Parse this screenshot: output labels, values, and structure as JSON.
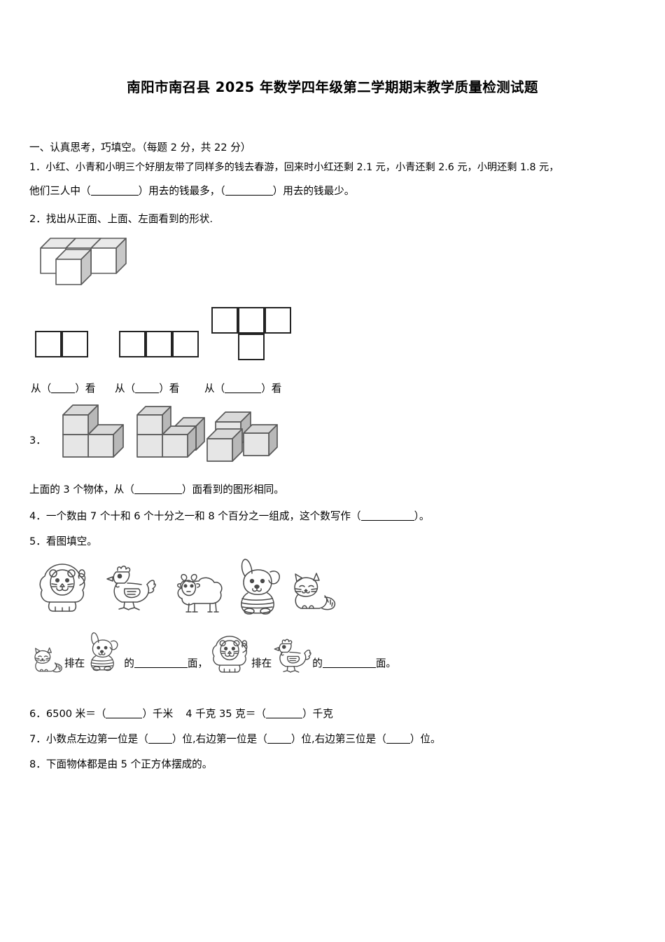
{
  "document": {
    "title": "南阳市南召县 2025 年数学四年级第二学期期末教学质量检测试题"
  },
  "section_one": {
    "heading": "一、认真思考，巧填空。（每题 2 分，共 22 分）"
  },
  "questions": {
    "q1": {
      "line1": "1．小红、小青和小明三个好朋友带了同样多的钱去春游，回来时小红还剩 2.1 元，小青还剩 2.6 元，小明还剩 1.8 元，",
      "line2_a": "他们三人中（",
      "line2_b": "）用去的钱最多，（",
      "line2_c": "）用去的钱最少。"
    },
    "q2": {
      "prompt": "2．找出从正面、上面、左面看到的形状.",
      "label_a_pre": "从（",
      "label_a_post": "）看",
      "label_b_pre": "从（",
      "label_b_post": "）看",
      "label_c_pre": "从（",
      "label_c_post": "）看"
    },
    "q3": {
      "number": "3．",
      "text_pre": "上面的 3 个物体，从（",
      "text_post": "）面看到的图形相同。"
    },
    "q4": {
      "text_pre": "4．一个数由 7 个十和 6 个十分之一和 8 个百分之一组成，这个数写作（",
      "text_post": "）。"
    },
    "q5": {
      "prompt": "5．看图填空。",
      "fill_a_1": "排在",
      "fill_a_2": "的",
      "fill_a_3": "面，",
      "fill_b_1": "排在",
      "fill_b_2": "的",
      "fill_b_3": "面。"
    },
    "q6": {
      "part1_pre": "6．6500 米＝（",
      "part1_post": "）千米",
      "part2_pre": "4 千克 35 克＝（",
      "part2_post": "）千克"
    },
    "q7": {
      "a": "7．小数点左边第一位是（",
      "b": "）位,右边第一位是（",
      "c": "）位,右边第三位是（",
      "d": "）位。"
    },
    "q8": {
      "text": "8．下面物体都是由 5 个正方体摆成的。"
    }
  },
  "figures": {
    "q2_solid": {
      "name": "three-cubes-row-with-front-cube",
      "description": "三个正方体排成一行，中间前方多一个正方体"
    },
    "q2_views": [
      {
        "name": "view-1x2-grid",
        "rows": 1,
        "cols": 2
      },
      {
        "name": "view-1x3-grid",
        "rows": 1,
        "cols": 3
      },
      {
        "name": "view-t-shape",
        "rows": 2,
        "cols": 3,
        "pattern": [
          [
            1,
            1,
            1
          ],
          [
            0,
            1,
            0
          ]
        ]
      }
    ],
    "q3_solids": [
      {
        "name": "solid-a-stack2-plus-right"
      },
      {
        "name": "solid-b-L-shape-with-back"
      },
      {
        "name": "solid-c-top-back-two-front"
      }
    ],
    "q5_row1_animals": [
      "lion",
      "chicken",
      "sheep",
      "dog",
      "cat"
    ],
    "q5_row2_animals": [
      "cat",
      "dog",
      "lion",
      "chicken"
    ]
  },
  "colors": {
    "text": "#000000",
    "page_background": "#ffffff",
    "grid_stroke": "#232323",
    "cube_top": "#d9d9d9",
    "cube_front": "#e6e6e6",
    "cube_side": "#b8b8b8",
    "cube_stroke": "#595959",
    "animal_stroke": "#4a4a4a"
  }
}
